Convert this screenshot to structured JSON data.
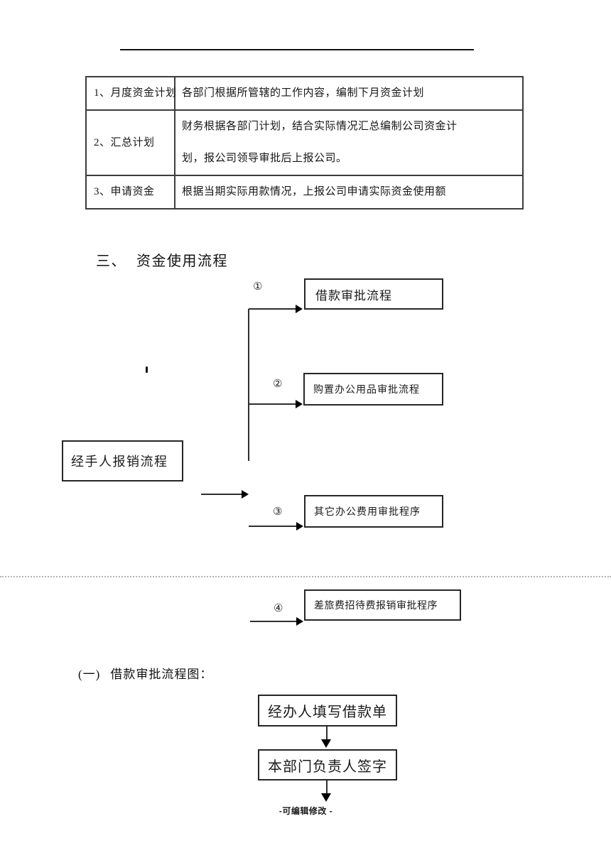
{
  "colors": {
    "ink": "#1a1a1a",
    "table_border": "#3c3c3c",
    "box_border": "#262626",
    "separator": "#b3b3b3"
  },
  "top_rule": {
    "present": true
  },
  "table": {
    "rows": [
      {
        "label": "1、月度资金计划",
        "desc": [
          "各部门根据所管辖的工作内容，编制下月资金计划"
        ]
      },
      {
        "label": "2、汇总计划",
        "desc": [
          "财务根据各部门计划，结合实际情况汇总编制公司资金计",
          "划，报公司领导审批后上报公司。"
        ]
      },
      {
        "label": "3、申请资金",
        "desc": [
          "根据当期实际用款情况，上报公司申请实际资金使用额"
        ]
      }
    ]
  },
  "section3": {
    "num": "三、",
    "title": "资金使用流程"
  },
  "flow": {
    "origin_label": "经手人报销流程",
    "stray_mark": "'",
    "branches": [
      {
        "num": "①",
        "label": "借款审批流程"
      },
      {
        "num": "②",
        "label": "购置办公用品审批流程"
      },
      {
        "num": "③",
        "label": "其它办公费用审批程序"
      },
      {
        "num": "④",
        "label": "差旅费招待费报销审批程序"
      }
    ]
  },
  "subsection": {
    "num": "(一)",
    "title": "借款审批流程图："
  },
  "loan_flow": {
    "steps": [
      "经办人填写借款单",
      "本部门负责人签字"
    ]
  },
  "footer": {
    "text": "-可编辑修改 -"
  }
}
